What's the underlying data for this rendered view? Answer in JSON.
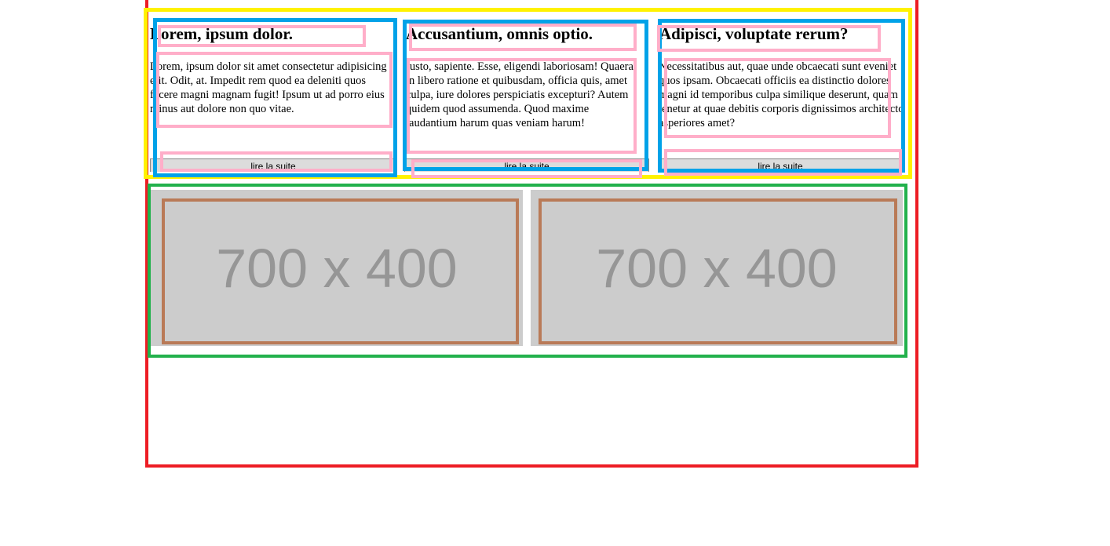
{
  "articles": [
    {
      "title": "Lorem, ipsum dolor.",
      "text": "Lorem, ipsum dolor sit amet consectetur adipisicing elit. Odit, at. Impedit rem quod ea deleniti quos facere magni magnam fugit! Ipsum ut ad porro eius minus aut dolore non quo vitae.",
      "button": "lire la suite"
    },
    {
      "title": "Accusantium, omnis optio.",
      "text": "Iusto, sapiente. Esse, eligendi laboriosam! Quaerat in libero ratione et quibusdam, officia quis, amet culpa, iure dolores perspiciatis excepturi? Autem quidem quod assumenda. Quod maxime laudantium harum quas veniam harum!",
      "button": "lire la suite"
    },
    {
      "title": "Adipisci, voluptate rerum?",
      "text": "Necessitatibus aut, quae unde obcaecati sunt eveniet quos ipsam. Obcaecati officiis ea distinctio dolores magni id temporibus culpa similique deserunt, quam tenetur at quae debitis corporis dignissimos architecto asperiores amet?",
      "button": "lire la suite"
    }
  ],
  "images": [
    {
      "label": "700 x 400"
    },
    {
      "label": "700 x 400"
    }
  ],
  "colors": {
    "page_outline": "#ed1c24",
    "articles_outline": "#fff200",
    "images_outline": "#22b14c",
    "article_outline": "#00a2e8",
    "element_outline": "#ffaec9",
    "image_outline": "#b97a57",
    "placeholder_bg": "#cccccc",
    "placeholder_text": "#969696"
  }
}
